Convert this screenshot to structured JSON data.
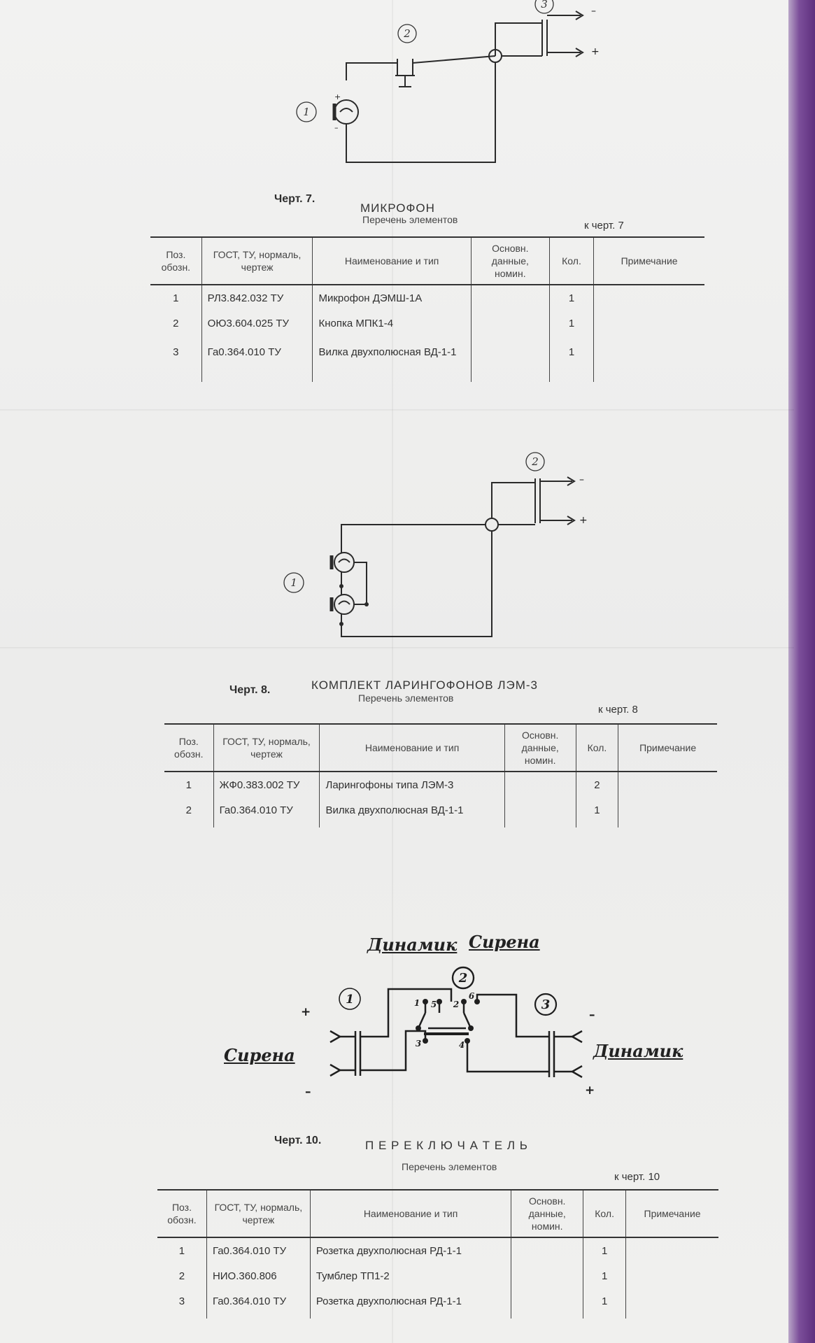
{
  "sections": [
    {
      "caption": "Черт. 7.",
      "title": "МИКРОФОН",
      "subtitle": "Перечень элементов",
      "ref": "к черт. 7",
      "diagram_labels": {
        "n1": "1",
        "n2": "2",
        "n3": "3",
        "minus": "–",
        "plus": "+",
        "pos": "+",
        "neg": "–"
      },
      "columns": [
        "Поз. обозн.",
        "ГОСТ, ТУ, нормаль, чертеж",
        "Наименование и тип",
        "Основн. данные, номин.",
        "Кол.",
        "Примечание"
      ],
      "rows": [
        {
          "pos": "1",
          "gost": "РЛ3.842.032 ТУ",
          "name": "Микрофон ДЭМШ-1А",
          "data": "",
          "qty": "1",
          "note": ""
        },
        {
          "pos": "2",
          "gost": "ОЮ3.604.025 ТУ",
          "name": "Кнопка МПК1-4",
          "data": "",
          "qty": "1",
          "note": ""
        },
        {
          "pos": "3",
          "gost": "Га0.364.010 ТУ",
          "name": "Вилка двухполюсная ВД-1-1",
          "data": "",
          "qty": "1",
          "note": ""
        }
      ]
    },
    {
      "caption": "Черт. 8.",
      "title": "КОМПЛЕКТ ЛАРИНГОФОНОВ ЛЭМ-3",
      "subtitle": "Перечень элементов",
      "ref": "к черт. 8",
      "diagram_labels": {
        "n1": "1",
        "n2": "2",
        "minus": "–",
        "plus": "+"
      },
      "columns": [
        "Поз. обозн.",
        "ГОСТ, ТУ, нормаль, чертеж",
        "Наименование и тип",
        "Основн. данные, номин.",
        "Кол.",
        "Примечание"
      ],
      "rows": [
        {
          "pos": "1",
          "gost": "ЖФ0.383.002 ТУ",
          "name": "Ларингофоны типа ЛЭМ-3",
          "data": "",
          "qty": "2",
          "note": ""
        },
        {
          "pos": "2",
          "gost": "Га0.364.010 ТУ",
          "name": "Вилка двухполюсная ВД-1-1",
          "data": "",
          "qty": "1",
          "note": ""
        }
      ]
    },
    {
      "caption": "Черт. 10.",
      "title": "П Е Р Е К Л Ю Ч А Т Е Л Ь",
      "subtitle": "Перечень элементов",
      "ref": "к черт. 10",
      "handwritten": {
        "dynamic_top": "Динамик",
        "siren_top": "Сирена",
        "siren_left": "Сирена",
        "dynamic_right": "Динамик"
      },
      "diagram_labels": {
        "n1": "1",
        "n2": "2",
        "n3": "3",
        "plus_left": "+",
        "minus_left": "–",
        "minus_right": "–",
        "plus_right": "+",
        "c1": "1",
        "c5": "5",
        "c2": "2",
        "c6": "6",
        "c3": "3",
        "c4": "4"
      },
      "columns": [
        "Поз. обозн.",
        "ГОСТ, ТУ, нормаль, чертеж",
        "Наименование и тип",
        "Основн. данные, номин.",
        "Кол.",
        "Примечание"
      ],
      "rows": [
        {
          "pos": "1",
          "gost": "Га0.364.010 ТУ",
          "name": "Розетка двухполюсная РД-1-1",
          "data": "",
          "qty": "1",
          "note": ""
        },
        {
          "pos": "2",
          "gost": "НИО.360.806",
          "name": "Тумблер ТП1-2",
          "data": "",
          "qty": "1",
          "note": ""
        },
        {
          "pos": "3",
          "gost": "Га0.364.010 ТУ",
          "name": "Розетка двухполюсная РД-1-1",
          "data": "",
          "qty": "1",
          "note": ""
        }
      ]
    }
  ]
}
